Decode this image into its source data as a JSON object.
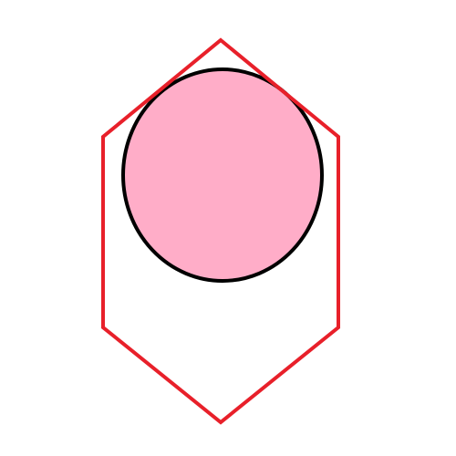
{
  "colors": {
    "background": "#ffffff",
    "hexagon_stroke": "#e8202a",
    "circle_fill": "#ffadc8",
    "circle_stroke": "#000000"
  },
  "shapes": [
    {
      "kind": "hexagon",
      "semantic": "outline-hexagon"
    },
    {
      "kind": "ellipse",
      "semantic": "filled-circle"
    }
  ]
}
